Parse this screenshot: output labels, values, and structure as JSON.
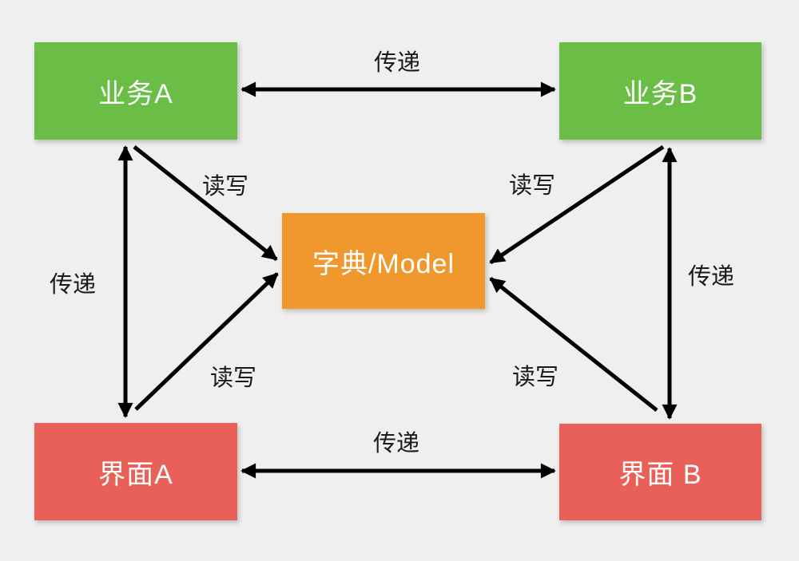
{
  "canvas": {
    "background": "#EFEFF0",
    "arrow_color": "#000000",
    "label_text_color": "#1A1A1A"
  },
  "nodes": [
    {
      "id": "business-a",
      "label": "业务A",
      "color": "#6BBE45",
      "text_color": "#FFFFFF"
    },
    {
      "id": "business-b",
      "label": "业务B",
      "color": "#6BBE45",
      "text_color": "#FFFFFF"
    },
    {
      "id": "model",
      "label": "字典/Model",
      "color": "#F0982E",
      "text_color": "#FFFFFF"
    },
    {
      "id": "ui-a",
      "label": "界面A",
      "color": "#E96058",
      "text_color": "#FFFFFF"
    },
    {
      "id": "ui-b",
      "label": "界面 B",
      "color": "#E96058",
      "text_color": "#FFFFFF"
    }
  ],
  "edges": [
    {
      "id": "business-a--business-b",
      "label": "传递",
      "direction": "both"
    },
    {
      "id": "ui-a--ui-b",
      "label": "传递",
      "direction": "both"
    },
    {
      "id": "business-a--ui-a",
      "label": "传递",
      "direction": "both"
    },
    {
      "id": "business-b--ui-b",
      "label": "传递",
      "direction": "both"
    },
    {
      "id": "business-a--model",
      "label": "读写",
      "direction": "into-model"
    },
    {
      "id": "business-b--model",
      "label": "读写",
      "direction": "into-model"
    },
    {
      "id": "ui-a--model",
      "label": "读写",
      "direction": "into-model"
    },
    {
      "id": "ui-b--model",
      "label": "读写",
      "direction": "into-model"
    }
  ]
}
